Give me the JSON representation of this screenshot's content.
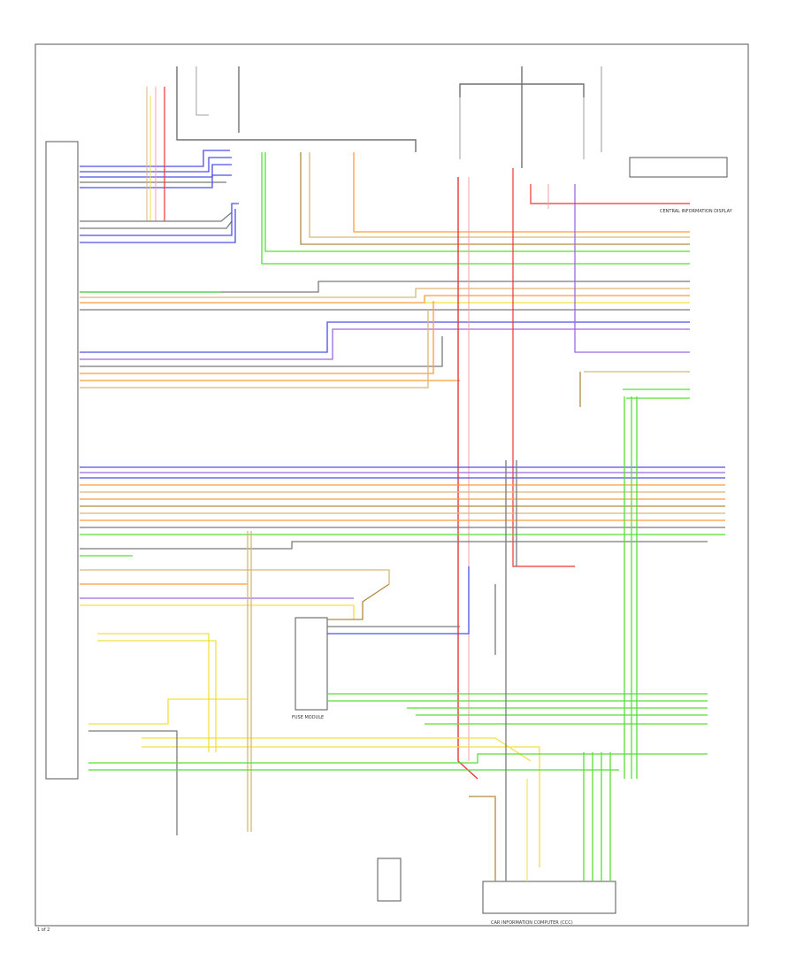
{
  "diagram": {
    "colors": {
      "blue": "#4f4fe8",
      "violet": "#9a6ae0",
      "orange": "#ff9b3b",
      "tan": "#d9b67a",
      "yellow": "#f0e040",
      "green": "#55e035",
      "red": "#ee3434",
      "pink": "#f0a0a0",
      "brown": "#b08a40",
      "gray": "#7a7a7a"
    },
    "legible_labels": {
      "central_information_display": "CENTRAL INFORMATION DISPLAY",
      "car_information_computer": "CAR INFORMATION COMPUTER (CCC)",
      "fuse_module": "FUSE MODULE"
    },
    "page_marker": "1 of 2"
  }
}
